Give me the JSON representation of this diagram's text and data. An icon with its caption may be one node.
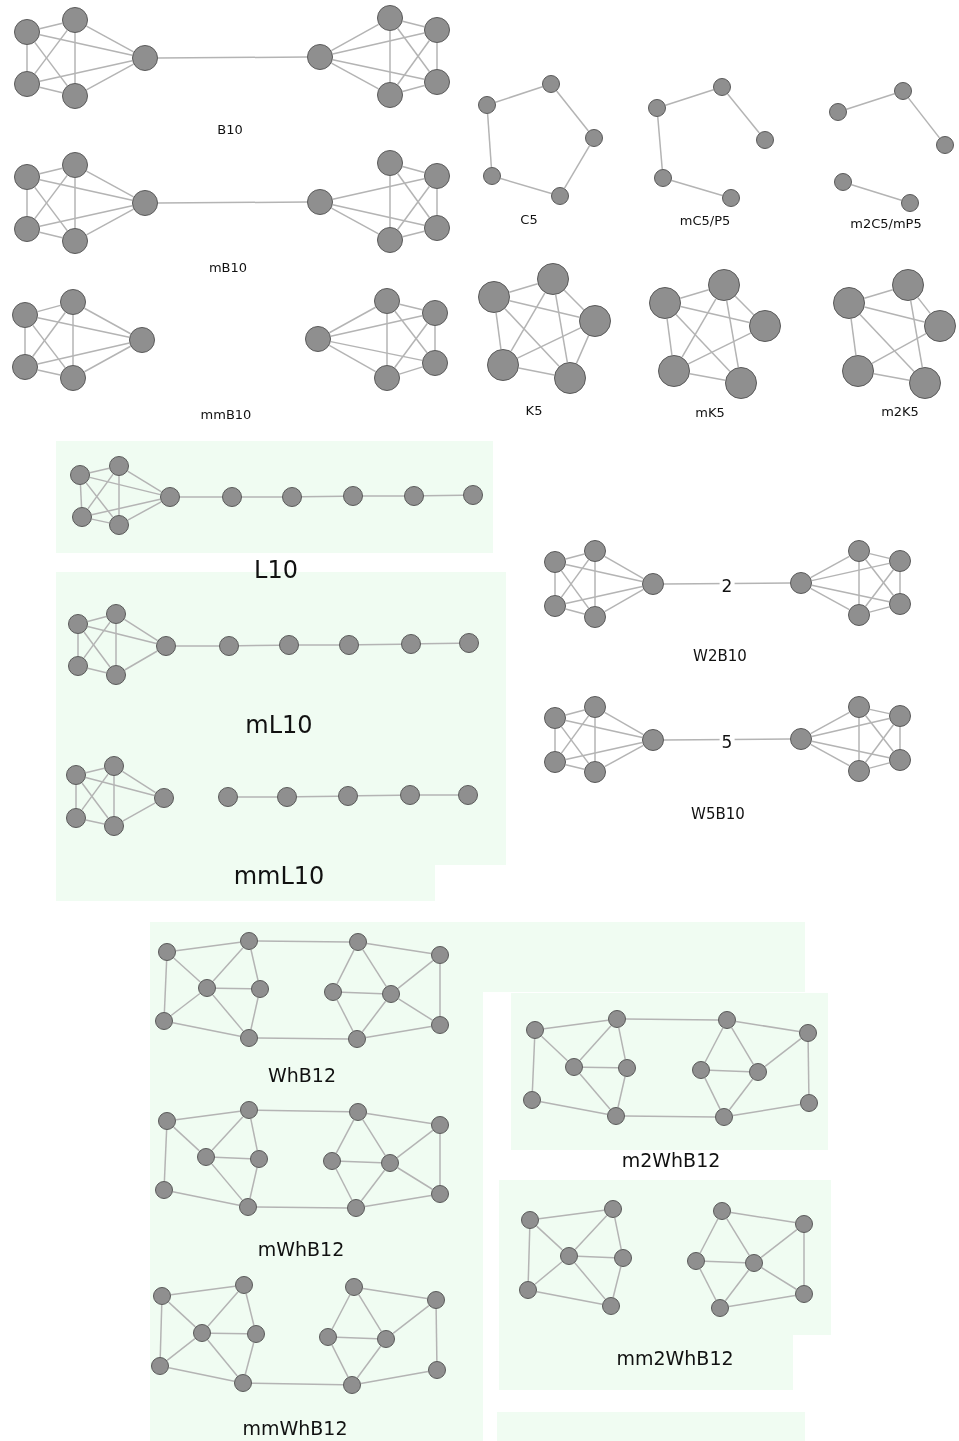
{
  "diagram": {
    "nodes": [
      {
        "text": [],
        "shape": "circle"
      },
      {
        "text": [],
        "shape": "circle"
      },
      {
        "text": [],
        "shape": "circle"
      },
      {
        "text": [],
        "shape": "circle"
      },
      {
        "text": [],
        "shape": "circle"
      },
      {
        "text": [],
        "shape": "circle"
      },
      {
        "text": [],
        "shape": "circle"
      },
      {
        "text": [],
        "shape": "circle"
      },
      {
        "text": [],
        "shape": "circle"
      },
      {
        "text": [],
        "shape": "circle"
      },
      {
        "text": [],
        "shape": "circle"
      },
      {
        "text": [],
        "shape": "circle"
      },
      {
        "text": [],
        "shape": "circle"
      },
      {
        "text": [],
        "shape": "circle"
      },
      {
        "text": [],
        "shape": "circle"
      },
      {
        "text": [],
        "shape": "circle"
      },
      {
        "text": [],
        "shape": "circle"
      },
      {
        "text": [],
        "shape": "circle"
      },
      {
        "text": [],
        "shape": "circle"
      },
      {
        "text": [],
        "shape": "circle"
      },
      {
        "text": [],
        "shape": "circle"
      },
      {
        "text": [],
        "shape": "circle"
      },
      {
        "text": [],
        "shape": "circle"
      },
      {
        "text": [],
        "shape": "circle"
      },
      {
        "text": [],
        "shape": "circle"
      },
      {
        "text": [],
        "shape": "circle"
      },
      {
        "text": [],
        "shape": "circle"
      },
      {
        "text": [],
        "shape": "circle"
      },
      {
        "text": [],
        "shape": "circle"
      },
      {
        "text": [],
        "shape": "circle"
      },
      {
        "text": [],
        "shape": "circle"
      },
      {
        "text": [],
        "shape": "circle"
      },
      {
        "text": [],
        "shape": "circle"
      },
      {
        "text": [],
        "shape": "circle"
      },
      {
        "text": [],
        "shape": "circle"
      },
      {
        "text": [],
        "shape": "circle"
      },
      {
        "text": [],
        "shape": "circle"
      },
      {
        "text": [],
        "shape": "circle"
      },
      {
        "text": [],
        "shape": "circle"
      },
      {
        "text": [],
        "shape": "circle"
      },
      {
        "text": [],
        "shape": "circle"
      },
      {
        "text": [],
        "shape": "circle"
      },
      {
        "text": [],
        "shape": "circle"
      },
      {
        "text": [],
        "shape": "circle"
      },
      {
        "text": [],
        "shape": "circle"
      },
      {
        "text": [],
        "shape": "circle"
      },
      {
        "text": [],
        "shape": "circle"
      },
      {
        "text": [],
        "shape": "circle"
      },
      {
        "text": [],
        "shape": "circle"
      },
      {
        "text": [],
        "shape": "circle"
      },
      {
        "text": [],
        "shape": "circle"
      },
      {
        "text": [],
        "shape": "circle"
      },
      {
        "text": [],
        "shape": "circle"
      },
      {
        "text": [],
        "shape": "circle"
      },
      {
        "text": [],
        "shape": "circle"
      },
      {
        "text": [],
        "shape": "circle"
      },
      {
        "text": [],
        "shape": "circle"
      },
      {
        "text": [],
        "shape": "circle"
      },
      {
        "text": [],
        "shape": "circle"
      },
      {
        "text": [],
        "shape": "circle"
      },
      {
        "text": [],
        "shape": "circle"
      },
      {
        "text": [],
        "shape": "circle"
      },
      {
        "text": [],
        "shape": "circle"
      },
      {
        "text": [],
        "shape": "circle"
      },
      {
        "text": [],
        "shape": "circle"
      },
      {
        "text": [],
        "shape": "circle"
      },
      {
        "text": [],
        "shape": "circle"
      },
      {
        "text": [],
        "shape": "circle"
      },
      {
        "text": [],
        "shape": "circle"
      },
      {
        "text": [],
        "shape": "circle"
      },
      {
        "text": [],
        "shape": "circle"
      },
      {
        "text": [],
        "shape": "circle"
      },
      {
        "text": [],
        "shape": "circle"
      },
      {
        "text": [],
        "shape": "circle"
      },
      {
        "text": [],
        "shape": "circle"
      },
      {
        "text": [],
        "shape": "circle"
      },
      {
        "text": [],
        "shape": "circle"
      },
      {
        "text": [],
        "shape": "circle"
      },
      {
        "text": [],
        "shape": "circle"
      },
      {
        "text": [],
        "shape": "circle"
      },
      {
        "text": [],
        "shape": "circle"
      },
      {
        "text": [],
        "shape": "circle"
      },
      {
        "text": [],
        "shape": "circle"
      },
      {
        "text": [],
        "shape": "circle"
      },
      {
        "text": [],
        "shape": "circle"
      },
      {
        "text": [],
        "shape": "circle"
      },
      {
        "text": [],
        "shape": "circle"
      },
      {
        "text": [],
        "shape": "circle"
      },
      {
        "text": [],
        "shape": "circle"
      },
      {
        "text": [],
        "shape": "circle"
      },
      {
        "text": [],
        "shape": "circle"
      },
      {
        "text": [],
        "shape": "circle"
      },
      {
        "text": [],
        "shape": "circle"
      },
      {
        "text": [],
        "shape": "circle"
      },
      {
        "text": [],
        "shape": "circle"
      },
      {
        "text": [],
        "shape": "circle"
      },
      {
        "text": [],
        "shape": "circle"
      },
      {
        "text": [],
        "shape": "circle"
      },
      {
        "text": [],
        "shape": "circle"
      },
      {
        "text": [],
        "shape": "circle"
      },
      {
        "text": [],
        "shape": "circle"
      },
      {
        "text": [],
        "shape": "circle"
      },
      {
        "text": [],
        "shape": "circle"
      },
      {
        "text": [],
        "shape": "circle"
      },
      {
        "text": [],
        "shape": "circle"
      },
      {
        "text": [],
        "shape": "circle"
      },
      {
        "text": [],
        "shape": "circle"
      },
      {
        "text": [],
        "shape": "circle"
      },
      {
        "text": [],
        "shape": "circle"
      },
      {
        "text": [],
        "shape": "circle"
      },
      {
        "text": [],
        "shape": "circle"
      },
      {
        "text": [],
        "shape": "circle"
      },
      {
        "text": [],
        "shape": "circle"
      },
      {
        "text": [],
        "shape": "circle"
      },
      {
        "text": [],
        "shape": "circle"
      },
      {
        "text": [],
        "shape": "circle"
      },
      {
        "text": [],
        "shape": "circle"
      },
      {
        "text": [],
        "shape": "circle"
      },
      {
        "text": [],
        "shape": "circle"
      },
      {
        "text": [],
        "shape": "circle"
      },
      {
        "text": [],
        "shape": "circle"
      },
      {
        "text": [],
        "shape": "circle"
      },
      {
        "text": [],
        "shape": "circle"
      },
      {
        "text": [],
        "shape": "circle"
      },
      {
        "text": [],
        "shape": "circle"
      },
      {
        "text": [],
        "shape": "circle"
      },
      {
        "text": [],
        "shape": "circle"
      },
      {
        "text": [],
        "shape": "circle"
      },
      {
        "text": [],
        "shape": "circle"
      },
      {
        "text": [],
        "shape": "circle"
      },
      {
        "text": [],
        "shape": "circle"
      },
      {
        "text": [],
        "shape": "circle"
      },
      {
        "text": [],
        "shape": "circle"
      },
      {
        "text": [],
        "shape": "circle"
      },
      {
        "text": [],
        "shape": "circle"
      },
      {
        "text": [],
        "shape": "circle"
      },
      {
        "text": [],
        "shape": "circle"
      },
      {
        "text": [],
        "shape": "circle"
      },
      {
        "text": [],
        "shape": "circle"
      },
      {
        "text": [],
        "shape": "circle"
      },
      {
        "text": [],
        "shape": "circle"
      },
      {
        "text": [],
        "shape": "circle"
      },
      {
        "text": [],
        "shape": "circle"
      },
      {
        "text": [],
        "shape": "circle"
      },
      {
        "text": [],
        "shape": "circle"
      },
      {
        "text": [],
        "shape": "circle"
      },
      {
        "text": [],
        "shape": "circle"
      },
      {
        "text": [],
        "shape": "circle"
      },
      {
        "text": [],
        "shape": "circle"
      },
      {
        "text": [],
        "shape": "circle"
      },
      {
        "text": [],
        "shape": "circle"
      },
      {
        "text": [],
        "shape": "circle"
      },
      {
        "text": [],
        "shape": "circle"
      },
      {
        "text": [],
        "shape": "circle"
      },
      {
        "text": [],
        "shape": "circle"
      },
      {
        "text": [],
        "shape": "circle"
      },
      {
        "text": [],
        "shape": "circle"
      },
      {
        "text": [],
        "shape": "circle"
      },
      {
        "text": [],
        "shape": "circle"
      },
      {
        "text": [],
        "shape": "circle"
      },
      {
        "text": [],
        "shape": "circle"
      },
      {
        "text": [],
        "shape": "circle"
      },
      {
        "text": [],
        "shape": "circle"
      },
      {
        "text": [],
        "shape": "circle"
      },
      {
        "text": [],
        "shape": "circle"
      },
      {
        "text": [],
        "shape": "circle"
      },
      {
        "text": [],
        "shape": "circle"
      },
      {
        "text": [],
        "shape": "circle"
      },
      {
        "text": [],
        "shape": "circle"
      },
      {
        "text": [],
        "shape": "circle"
      }
    ],
    "edges": [
      {
        "from": 0,
        "to": 1,
        "arrow": "none"
      },
      {
        "from": 0,
        "to": 2,
        "arrow": "none"
      },
      {
        "from": 0,
        "to": 3,
        "arrow": "none"
      },
      {
        "from": 0,
        "to": 4,
        "arrow": "none"
      },
      {
        "from": 1,
        "to": 2,
        "arrow": "none"
      },
      {
        "from": 1,
        "to": 3,
        "arrow": "none"
      },
      {
        "from": 1,
        "to": 4,
        "arrow": "none"
      },
      {
        "from": 2,
        "to": 3,
        "arrow": "none"
      },
      {
        "from": 2,
        "to": 4,
        "arrow": "none"
      },
      {
        "from": 3,
        "to": 4,
        "arrow": "none"
      },
      {
        "from": 4,
        "to": 5,
        "arrow": "none"
      },
      {
        "from": 5,
        "to": 6,
        "arrow": "none"
      },
      {
        "from": 5,
        "to": 7,
        "arrow": "none"
      },
      {
        "from": 5,
        "to": 8,
        "arrow": "none"
      },
      {
        "from": 5,
        "to": 9,
        "arrow": "none"
      },
      {
        "from": 6,
        "to": 7,
        "arrow": "none"
      },
      {
        "from": 6,
        "to": 8,
        "arrow": "none"
      },
      {
        "from": 6,
        "to": 9,
        "arrow": "none"
      },
      {
        "from": 7,
        "to": 8,
        "arrow": "none"
      },
      {
        "from": 7,
        "to": 9,
        "arrow": "none"
      },
      {
        "from": 8,
        "to": 9,
        "arrow": "none"
      },
      {
        "from": 10,
        "to": 11,
        "arrow": "none"
      },
      {
        "from": 10,
        "to": 12,
        "arrow": "none"
      },
      {
        "from": 10,
        "to": 13,
        "arrow": "none"
      },
      {
        "from": 10,
        "to": 14,
        "arrow": "none"
      },
      {
        "from": 11,
        "to": 12,
        "arrow": "none"
      },
      {
        "from": 11,
        "to": 13,
        "arrow": "none"
      },
      {
        "from": 11,
        "to": 14,
        "arrow": "none"
      },
      {
        "from": 12,
        "to": 13,
        "arrow": "none"
      },
      {
        "from": 12,
        "to": 14,
        "arrow": "none"
      },
      {
        "from": 13,
        "to": 14,
        "arrow": "none"
      },
      {
        "from": 14,
        "to": 15,
        "arrow": "none"
      },
      {
        "from": 15,
        "to": 17,
        "arrow": "none"
      },
      {
        "from": 15,
        "to": 18,
        "arrow": "none"
      },
      {
        "from": 15,
        "to": 19,
        "arrow": "none"
      },
      {
        "from": 16,
        "to": 17,
        "arrow": "none"
      },
      {
        "from": 16,
        "to": 18,
        "arrow": "none"
      },
      {
        "from": 16,
        "to": 19,
        "arrow": "none"
      },
      {
        "from": 17,
        "to": 18,
        "arrow": "none"
      },
      {
        "from": 17,
        "to": 19,
        "arrow": "none"
      },
      {
        "from": 18,
        "to": 19,
        "arrow": "none"
      },
      {
        "from": 20,
        "to": 21,
        "arrow": "none"
      },
      {
        "from": 20,
        "to": 22,
        "arrow": "none"
      },
      {
        "from": 20,
        "to": 23,
        "arrow": "none"
      },
      {
        "from": 20,
        "to": 24,
        "arrow": "none"
      },
      {
        "from": 21,
        "to": 22,
        "arrow": "none"
      },
      {
        "from": 21,
        "to": 23,
        "arrow": "none"
      },
      {
        "from": 21,
        "to": 24,
        "arrow": "none"
      },
      {
        "from": 22,
        "to": 23,
        "arrow": "none"
      },
      {
        "from": 22,
        "to": 24,
        "arrow": "none"
      },
      {
        "from": 23,
        "to": 24,
        "arrow": "none"
      },
      {
        "from": 25,
        "to": 26,
        "arrow": "none"
      },
      {
        "from": 25,
        "to": 27,
        "arrow": "none"
      },
      {
        "from": 25,
        "to": 28,
        "arrow": "none"
      },
      {
        "from": 25,
        "to": 29,
        "arrow": "none"
      },
      {
        "from": 26,
        "to": 27,
        "arrow": "none"
      },
      {
        "from": 26,
        "to": 28,
        "arrow": "none"
      },
      {
        "from": 26,
        "to": 29,
        "arrow": "none"
      },
      {
        "from": 27,
        "to": 28,
        "arrow": "none"
      },
      {
        "from": 27,
        "to": 29,
        "arrow": "none"
      },
      {
        "from": 28,
        "to": 29,
        "arrow": "none"
      },
      {
        "from": 30,
        "to": 31,
        "arrow": "none"
      },
      {
        "from": 31,
        "to": 32,
        "arrow": "none"
      },
      {
        "from": 32,
        "to": 33,
        "arrow": "none"
      },
      {
        "from": 33,
        "to": 34,
        "arrow": "none"
      },
      {
        "from": 34,
        "to": 30,
        "arrow": "none"
      },
      {
        "from": 35,
        "to": 36,
        "arrow": "none"
      },
      {
        "from": 36,
        "to": 37,
        "arrow": "none"
      },
      {
        "from": 38,
        "to": 39,
        "arrow": "none"
      },
      {
        "from": 39,
        "to": 35,
        "arrow": "none"
      },
      {
        "from": 40,
        "to": 41,
        "arrow": "none"
      },
      {
        "from": 41,
        "to": 42,
        "arrow": "none"
      },
      {
        "from": 43,
        "to": 44,
        "arrow": "none"
      },
      {
        "from": 45,
        "to": 46,
        "arrow": "none"
      },
      {
        "from": 45,
        "to": 47,
        "arrow": "none"
      },
      {
        "from": 45,
        "to": 48,
        "arrow": "none"
      },
      {
        "from": 45,
        "to": 49,
        "arrow": "none"
      },
      {
        "from": 46,
        "to": 47,
        "arrow": "none"
      },
      {
        "from": 46,
        "to": 48,
        "arrow": "none"
      },
      {
        "from": 46,
        "to": 49,
        "arrow": "none"
      },
      {
        "from": 47,
        "to": 48,
        "arrow": "none"
      },
      {
        "from": 47,
        "to": 49,
        "arrow": "none"
      },
      {
        "from": 48,
        "to": 49,
        "arrow": "none"
      },
      {
        "from": 50,
        "to": 51,
        "arrow": "none"
      },
      {
        "from": 50,
        "to": 52,
        "arrow": "none"
      },
      {
        "from": 50,
        "to": 53,
        "arrow": "none"
      },
      {
        "from": 50,
        "to": 54,
        "arrow": "none"
      },
      {
        "from": 51,
        "to": 52,
        "arrow": "none"
      },
      {
        "from": 51,
        "to": 53,
        "arrow": "none"
      },
      {
        "from": 51,
        "to": 54,
        "arrow": "none"
      },
      {
        "from": 52,
        "to": 53,
        "arrow": "none"
      },
      {
        "from": 53,
        "to": 54,
        "arrow": "none"
      },
      {
        "from": 55,
        "to": 56,
        "arrow": "none"
      },
      {
        "from": 55,
        "to": 57,
        "arrow": "none"
      },
      {
        "from": 55,
        "to": 58,
        "arrow": "none"
      },
      {
        "from": 55,
        "to": 59,
        "arrow": "none"
      },
      {
        "from": 56,
        "to": 57,
        "arrow": "none"
      },
      {
        "from": 56,
        "to": 59,
        "arrow": "none"
      },
      {
        "from": 57,
        "to": 58,
        "arrow": "none"
      },
      {
        "from": 58,
        "to": 59,
        "arrow": "none"
      },
      {
        "from": 60,
        "to": 61,
        "arrow": "none"
      },
      {
        "from": 60,
        "to": 62,
        "arrow": "none"
      },
      {
        "from": 60,
        "to": 63,
        "arrow": "none"
      },
      {
        "from": 60,
        "to": 64,
        "arrow": "none"
      },
      {
        "from": 61,
        "to": 62,
        "arrow": "none"
      },
      {
        "from": 61,
        "to": 63,
        "arrow": "none"
      },
      {
        "from": 61,
        "to": 64,
        "arrow": "none"
      },
      {
        "from": 62,
        "to": 63,
        "arrow": "none"
      },
      {
        "from": 62,
        "to": 64,
        "arrow": "none"
      },
      {
        "from": 63,
        "to": 64,
        "arrow": "none"
      },
      {
        "from": 64,
        "to": 65,
        "arrow": "none"
      },
      {
        "from": 65,
        "to": 66,
        "arrow": "none"
      },
      {
        "from": 66,
        "to": 67,
        "arrow": "none"
      },
      {
        "from": 67,
        "to": 68,
        "arrow": "none"
      },
      {
        "from": 68,
        "to": 69,
        "arrow": "none"
      },
      {
        "from": 70,
        "to": 71,
        "arrow": "none"
      },
      {
        "from": 70,
        "to": 72,
        "arrow": "none"
      },
      {
        "from": 70,
        "to": 73,
        "arrow": "none"
      },
      {
        "from": 70,
        "to": 74,
        "arrow": "none"
      },
      {
        "from": 71,
        "to": 72,
        "arrow": "none"
      },
      {
        "from": 71,
        "to": 73,
        "arrow": "none"
      },
      {
        "from": 71,
        "to": 74,
        "arrow": "none"
      },
      {
        "from": 72,
        "to": 73,
        "arrow": "none"
      },
      {
        "from": 73,
        "to": 74,
        "arrow": "none"
      },
      {
        "from": 74,
        "to": 75,
        "arrow": "none"
      },
      {
        "from": 75,
        "to": 76,
        "arrow": "none"
      },
      {
        "from": 76,
        "to": 77,
        "arrow": "none"
      },
      {
        "from": 77,
        "to": 78,
        "arrow": "none"
      },
      {
        "from": 78,
        "to": 79,
        "arrow": "none"
      },
      {
        "from": 80,
        "to": 81,
        "arrow": "none"
      },
      {
        "from": 80,
        "to": 82,
        "arrow": "none"
      },
      {
        "from": 80,
        "to": 83,
        "arrow": "none"
      },
      {
        "from": 80,
        "to": 84,
        "arrow": "none"
      },
      {
        "from": 81,
        "to": 82,
        "arrow": "none"
      },
      {
        "from": 81,
        "to": 83,
        "arrow": "none"
      },
      {
        "from": 81,
        "to": 84,
        "arrow": "none"
      },
      {
        "from": 82,
        "to": 83,
        "arrow": "none"
      },
      {
        "from": 83,
        "to": 84,
        "arrow": "none"
      },
      {
        "from": 85,
        "to": 86,
        "arrow": "none"
      },
      {
        "from": 86,
        "to": 87,
        "arrow": "none"
      },
      {
        "from": 87,
        "to": 88,
        "arrow": "none"
      },
      {
        "from": 88,
        "to": 89,
        "arrow": "none"
      },
      {
        "from": 90,
        "to": 91,
        "arrow": "none"
      },
      {
        "from": 90,
        "to": 92,
        "arrow": "none"
      },
      {
        "from": 90,
        "to": 93,
        "arrow": "none"
      },
      {
        "from": 90,
        "to": 94,
        "arrow": "none"
      },
      {
        "from": 91,
        "to": 92,
        "arrow": "none"
      },
      {
        "from": 91,
        "to": 93,
        "arrow": "none"
      },
      {
        "from": 91,
        "to": 94,
        "arrow": "none"
      },
      {
        "from": 92,
        "to": 93,
        "arrow": "none"
      },
      {
        "from": 92,
        "to": 94,
        "arrow": "none"
      },
      {
        "from": 93,
        "to": 94,
        "arrow": "none"
      },
      {
        "from": 94,
        "to": 95,
        "arrow": "none",
        "label": "2"
      },
      {
        "from": 95,
        "to": 96,
        "arrow": "none"
      },
      {
        "from": 95,
        "to": 97,
        "arrow": "none"
      },
      {
        "from": 95,
        "to": 98,
        "arrow": "none"
      },
      {
        "from": 95,
        "to": 99,
        "arrow": "none"
      },
      {
        "from": 96,
        "to": 97,
        "arrow": "none"
      },
      {
        "from": 96,
        "to": 98,
        "arrow": "none"
      },
      {
        "from": 96,
        "to": 99,
        "arrow": "none"
      },
      {
        "from": 97,
        "to": 98,
        "arrow": "none"
      },
      {
        "from": 97,
        "to": 99,
        "arrow": "none"
      },
      {
        "from": 98,
        "to": 99,
        "arrow": "none"
      },
      {
        "from": 100,
        "to": 101,
        "arrow": "none"
      },
      {
        "from": 100,
        "to": 102,
        "arrow": "none"
      },
      {
        "from": 100,
        "to": 103,
        "arrow": "none"
      },
      {
        "from": 100,
        "to": 104,
        "arrow": "none"
      },
      {
        "from": 101,
        "to": 102,
        "arrow": "none"
      },
      {
        "from": 101,
        "to": 103,
        "arrow": "none"
      },
      {
        "from": 101,
        "to": 104,
        "arrow": "none"
      },
      {
        "from": 102,
        "to": 103,
        "arrow": "none"
      },
      {
        "from": 102,
        "to": 104,
        "arrow": "none"
      },
      {
        "from": 103,
        "to": 104,
        "arrow": "none"
      },
      {
        "from": 104,
        "to": 105,
        "arrow": "none",
        "label": "5"
      },
      {
        "from": 105,
        "to": 106,
        "arrow": "none"
      },
      {
        "from": 105,
        "to": 107,
        "arrow": "none"
      },
      {
        "from": 105,
        "to": 108,
        "arrow": "none"
      },
      {
        "from": 105,
        "to": 109,
        "arrow": "none"
      },
      {
        "from": 106,
        "to": 107,
        "arrow": "none"
      },
      {
        "from": 106,
        "to": 108,
        "arrow": "none"
      },
      {
        "from": 106,
        "to": 109,
        "arrow": "none"
      },
      {
        "from": 107,
        "to": 108,
        "arrow": "none"
      },
      {
        "from": 107,
        "to": 109,
        "arrow": "none"
      },
      {
        "from": 108,
        "to": 109,
        "arrow": "none"
      },
      {
        "from": 110,
        "to": 111,
        "arrow": "none"
      },
      {
        "from": 110,
        "to": 112,
        "arrow": "none"
      },
      {
        "from": 110,
        "to": 114,
        "arrow": "none"
      },
      {
        "from": 111,
        "to": 112,
        "arrow": "none"
      },
      {
        "from": 111,
        "to": 113,
        "arrow": "none"
      },
      {
        "from": 112,
        "to": 113,
        "arrow": "none"
      },
      {
        "from": 112,
        "to": 114,
        "arrow": "none"
      },
      {
        "from": 112,
        "to": 115,
        "arrow": "none"
      },
      {
        "from": 113,
        "to": 115,
        "arrow": "none"
      },
      {
        "from": 114,
        "to": 115,
        "arrow": "none"
      },
      {
        "from": 111,
        "to": 116,
        "arrow": "none"
      },
      {
        "from": 115,
        "to": 120,
        "arrow": "none"
      },
      {
        "from": 116,
        "to": 117,
        "arrow": "none"
      },
      {
        "from": 116,
        "to": 118,
        "arrow": "none"
      },
      {
        "from": 116,
        "to": 119,
        "arrow": "none"
      },
      {
        "from": 117,
        "to": 119,
        "arrow": "none"
      },
      {
        "from": 117,
        "to": 121,
        "arrow": "none"
      },
      {
        "from": 118,
        "to": 119,
        "arrow": "none"
      },
      {
        "from": 118,
        "to": 120,
        "arrow": "none"
      },
      {
        "from": 119,
        "to": 120,
        "arrow": "none"
      },
      {
        "from": 119,
        "to": 121,
        "arrow": "none"
      },
      {
        "from": 120,
        "to": 121,
        "arrow": "none"
      },
      {
        "from": 122,
        "to": 123,
        "arrow": "none"
      },
      {
        "from": 122,
        "to": 124,
        "arrow": "none"
      },
      {
        "from": 122,
        "to": 126,
        "arrow": "none"
      },
      {
        "from": 123,
        "to": 124,
        "arrow": "none"
      },
      {
        "from": 123,
        "to": 125,
        "arrow": "none"
      },
      {
        "from": 124,
        "to": 125,
        "arrow": "none"
      },
      {
        "from": 124,
        "to": 127,
        "arrow": "none"
      },
      {
        "from": 125,
        "to": 127,
        "arrow": "none"
      },
      {
        "from": 126,
        "to": 127,
        "arrow": "none"
      },
      {
        "from": 123,
        "to": 128,
        "arrow": "none"
      },
      {
        "from": 127,
        "to": 132,
        "arrow": "none"
      },
      {
        "from": 128,
        "to": 129,
        "arrow": "none"
      },
      {
        "from": 128,
        "to": 130,
        "arrow": "none"
      },
      {
        "from": 128,
        "to": 131,
        "arrow": "none"
      },
      {
        "from": 129,
        "to": 131,
        "arrow": "none"
      },
      {
        "from": 129,
        "to": 133,
        "arrow": "none"
      },
      {
        "from": 130,
        "to": 131,
        "arrow": "none"
      },
      {
        "from": 130,
        "to": 132,
        "arrow": "none"
      },
      {
        "from": 131,
        "to": 132,
        "arrow": "none"
      },
      {
        "from": 131,
        "to": 133,
        "arrow": "none"
      },
      {
        "from": 132,
        "to": 133,
        "arrow": "none"
      },
      {
        "from": 134,
        "to": 135,
        "arrow": "none"
      },
      {
        "from": 134,
        "to": 136,
        "arrow": "none"
      },
      {
        "from": 134,
        "to": 138,
        "arrow": "none"
      },
      {
        "from": 135,
        "to": 136,
        "arrow": "none"
      },
      {
        "from": 135,
        "to": 137,
        "arrow": "none"
      },
      {
        "from": 136,
        "to": 137,
        "arrow": "none"
      },
      {
        "from": 136,
        "to": 139,
        "arrow": "none"
      },
      {
        "from": 137,
        "to": 139,
        "arrow": "none"
      },
      {
        "from": 138,
        "to": 139,
        "arrow": "none"
      },
      {
        "from": 135,
        "to": 140,
        "arrow": "none"
      },
      {
        "from": 139,
        "to": 144,
        "arrow": "none"
      },
      {
        "from": 140,
        "to": 141,
        "arrow": "none"
      },
      {
        "from": 140,
        "to": 142,
        "arrow": "none"
      },
      {
        "from": 140,
        "to": 143,
        "arrow": "none"
      },
      {
        "from": 141,
        "to": 143,
        "arrow": "none"
      },
      {
        "from": 141,
        "to": 145,
        "arrow": "none"
      },
      {
        "from": 142,
        "to": 143,
        "arrow": "none"
      },
      {
        "from": 142,
        "to": 144,
        "arrow": "none"
      },
      {
        "from": 143,
        "to": 144,
        "arrow": "none"
      },
      {
        "from": 144,
        "to": 145,
        "arrow": "none"
      },
      {
        "from": 146,
        "to": 147,
        "arrow": "none"
      },
      {
        "from": 146,
        "to": 148,
        "arrow": "none"
      },
      {
        "from": 146,
        "to": 150,
        "arrow": "none"
      },
      {
        "from": 147,
        "to": 148,
        "arrow": "none"
      },
      {
        "from": 147,
        "to": 149,
        "arrow": "none"
      },
      {
        "from": 148,
        "to": 149,
        "arrow": "none"
      },
      {
        "from": 148,
        "to": 150,
        "arrow": "none"
      },
      {
        "from": 148,
        "to": 151,
        "arrow": "none"
      },
      {
        "from": 149,
        "to": 151,
        "arrow": "none"
      },
      {
        "from": 150,
        "to": 151,
        "arrow": "none"
      },
      {
        "from": 151,
        "to": 156,
        "arrow": "none"
      },
      {
        "from": 152,
        "to": 153,
        "arrow": "none"
      },
      {
        "from": 152,
        "to": 154,
        "arrow": "none"
      },
      {
        "from": 152,
        "to": 155,
        "arrow": "none"
      },
      {
        "from": 153,
        "to": 155,
        "arrow": "none"
      },
      {
        "from": 153,
        "to": 157,
        "arrow": "none"
      },
      {
        "from": 154,
        "to": 155,
        "arrow": "none"
      },
      {
        "from": 154,
        "to": 156,
        "arrow": "none"
      },
      {
        "from": 155,
        "to": 156,
        "arrow": "none"
      },
      {
        "from": 156,
        "to": 157,
        "arrow": "none"
      },
      {
        "from": 158,
        "to": 159,
        "arrow": "none"
      },
      {
        "from": 158,
        "to": 160,
        "arrow": "none"
      },
      {
        "from": 158,
        "to": 162,
        "arrow": "none"
      },
      {
        "from": 159,
        "to": 160,
        "arrow": "none"
      },
      {
        "from": 159,
        "to": 161,
        "arrow": "none"
      },
      {
        "from": 160,
        "to": 161,
        "arrow": "none"
      },
      {
        "from": 160,
        "to": 162,
        "arrow": "none"
      },
      {
        "from": 160,
        "to": 163,
        "arrow": "none"
      },
      {
        "from": 161,
        "to": 163,
        "arrow": "none"
      },
      {
        "from": 162,
        "to": 163,
        "arrow": "none"
      },
      {
        "from": 164,
        "to": 165,
        "arrow": "none"
      },
      {
        "from": 164,
        "to": 166,
        "arrow": "none"
      },
      {
        "from": 164,
        "to": 167,
        "arrow": "none"
      },
      {
        "from": 165,
        "to": 167,
        "arrow": "none"
      },
      {
        "from": 165,
        "to": 169,
        "arrow": "none"
      },
      {
        "from": 166,
        "to": 167,
        "arrow": "none"
      },
      {
        "from": 166,
        "to": 168,
        "arrow": "none"
      },
      {
        "from": 167,
        "to": 168,
        "arrow": "none"
      },
      {
        "from": 167,
        "to": 169,
        "arrow": "none"
      },
      {
        "from": 168,
        "to": 169,
        "arrow": "none"
      }
    ],
    "labels": [
      "B10",
      "C5",
      "mC5/P5",
      "m2C5/mP5",
      "mB10",
      "mmB10",
      "K5",
      "mK5",
      "m2K5",
      "L10",
      "W2B10",
      "mL10",
      "W5B10",
      "mmL10",
      "WhB12",
      "m2WhB12",
      "mWhB12",
      "mm2WhB12",
      "mmWhB12"
    ]
  }
}
